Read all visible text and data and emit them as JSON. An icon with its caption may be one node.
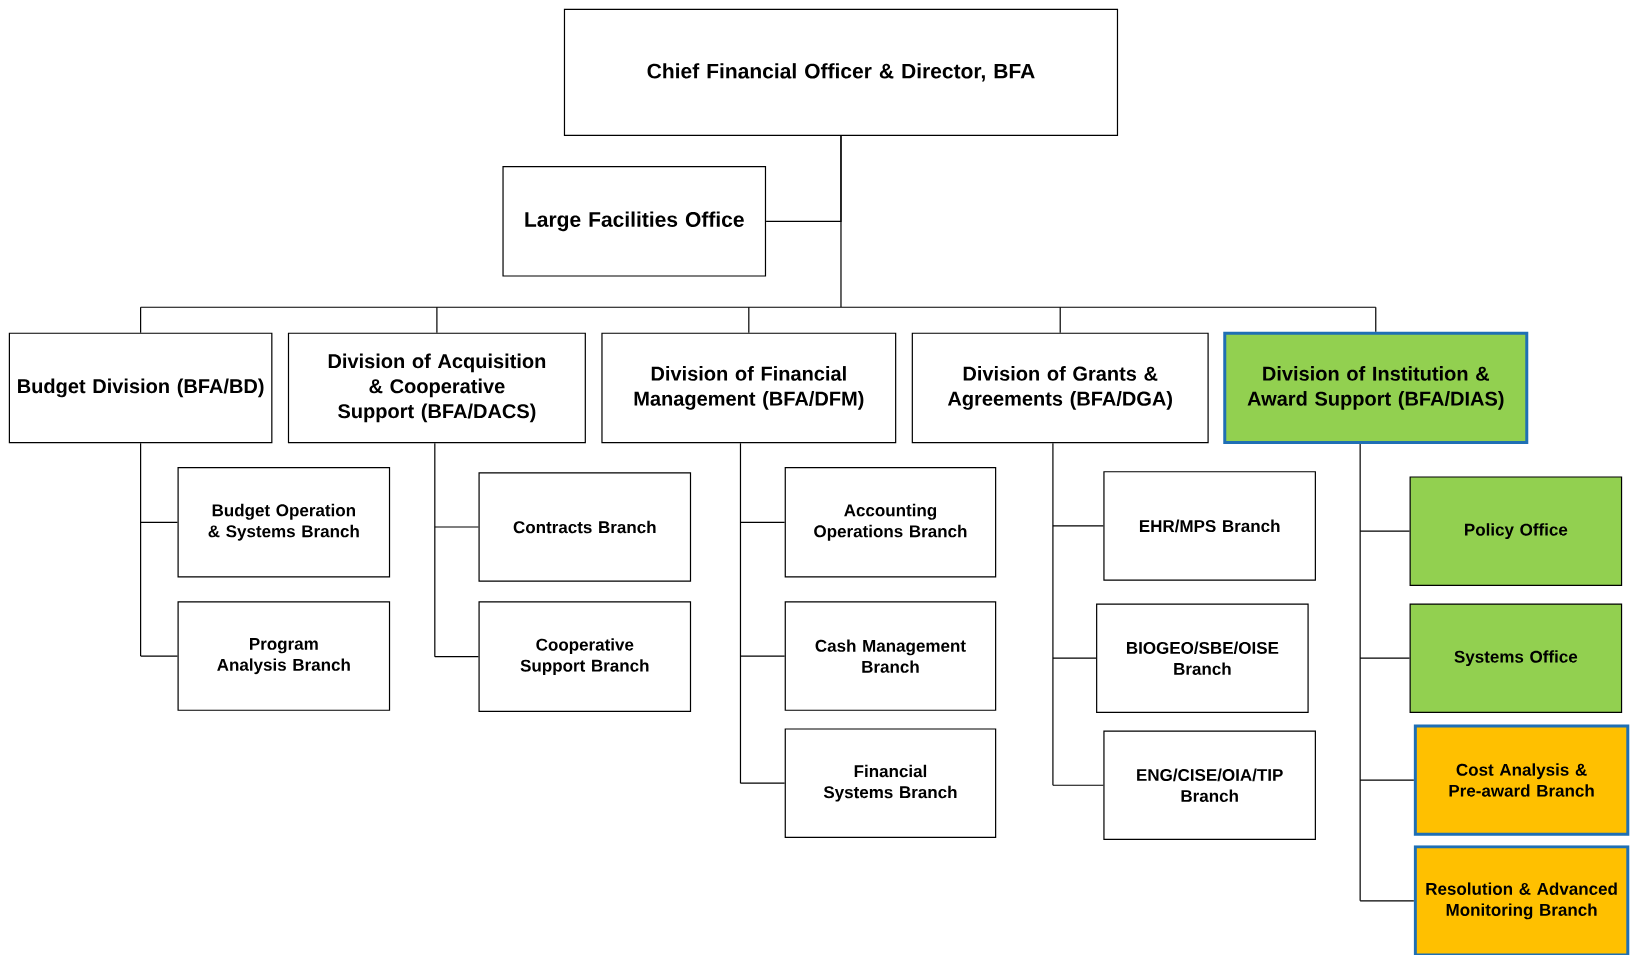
{
  "diagram": {
    "nodes": [
      {
        "text": [
          "Chief Financial Officer & Director, BFA"
        ]
      },
      {
        "text": [
          "Large Facilities Office"
        ]
      },
      {
        "text": [
          "Budget Division (BFA/BD)"
        ]
      },
      {
        "text": [
          "Division of Acquisition & Cooperative Support (BFA/DACS)"
        ]
      },
      {
        "text": [
          "Division of Financial Management (BFA/DFM)"
        ]
      },
      {
        "text": [
          "Division of Grants & Agreements (BFA/DGA)"
        ]
      },
      {
        "text": [
          "Division of Institution & Award Support (BFA/DIAS)"
        ]
      },
      {
        "text": [
          "Budget Operation & Systems Branch"
        ]
      },
      {
        "text": [
          "Program Analysis Branch"
        ]
      },
      {
        "text": [
          "Contracts Branch"
        ]
      },
      {
        "text": [
          "Cooperative Support Branch"
        ]
      },
      {
        "text": [
          "Accounting Operations Branch"
        ]
      },
      {
        "text": [
          "Cash Management Branch"
        ]
      },
      {
        "text": [
          "Financial Systems Branch"
        ]
      },
      {
        "text": [
          "EHR/MPS Branch"
        ]
      },
      {
        "text": [
          "BIOGEO/SBE/OISE Branch"
        ]
      },
      {
        "text": [
          "ENG/CISE/OIA/TIP Branch"
        ]
      },
      {
        "text": [
          "Policy Office"
        ]
      },
      {
        "text": [
          "Systems Office"
        ]
      },
      {
        "text": [
          "Cost Analysis & Pre-award Branch"
        ]
      },
      {
        "text": [
          "Resolution & Advanced Monitoring Branch"
        ]
      }
    ],
    "edges": [
      {
        "from": 0,
        "to": 1,
        "arrow": "none"
      },
      {
        "from": 0,
        "to": 2,
        "arrow": "none"
      },
      {
        "from": 0,
        "to": 3,
        "arrow": "none"
      },
      {
        "from": 0,
        "to": 4,
        "arrow": "none"
      },
      {
        "from": 0,
        "to": 5,
        "arrow": "none"
      },
      {
        "from": 0,
        "to": 6,
        "arrow": "none"
      },
      {
        "from": 2,
        "to": 7,
        "arrow": "none"
      },
      {
        "from": 2,
        "to": 8,
        "arrow": "none"
      },
      {
        "from": 3,
        "to": 9,
        "arrow": "none"
      },
      {
        "from": 3,
        "to": 10,
        "arrow": "none"
      },
      {
        "from": 4,
        "to": 11,
        "arrow": "none"
      },
      {
        "from": 4,
        "to": 12,
        "arrow": "none"
      },
      {
        "from": 4,
        "to": 13,
        "arrow": "none"
      },
      {
        "from": 5,
        "to": 14,
        "arrow": "none"
      },
      {
        "from": 5,
        "to": 15,
        "arrow": "none"
      },
      {
        "from": 5,
        "to": 16,
        "arrow": "none"
      },
      {
        "from": 6,
        "to": 17,
        "arrow": "none"
      },
      {
        "from": 6,
        "to": 18,
        "arrow": "none"
      },
      {
        "from": 6,
        "to": 19,
        "arrow": "none"
      },
      {
        "from": 6,
        "to": 20,
        "arrow": "none"
      }
    ]
  }
}
